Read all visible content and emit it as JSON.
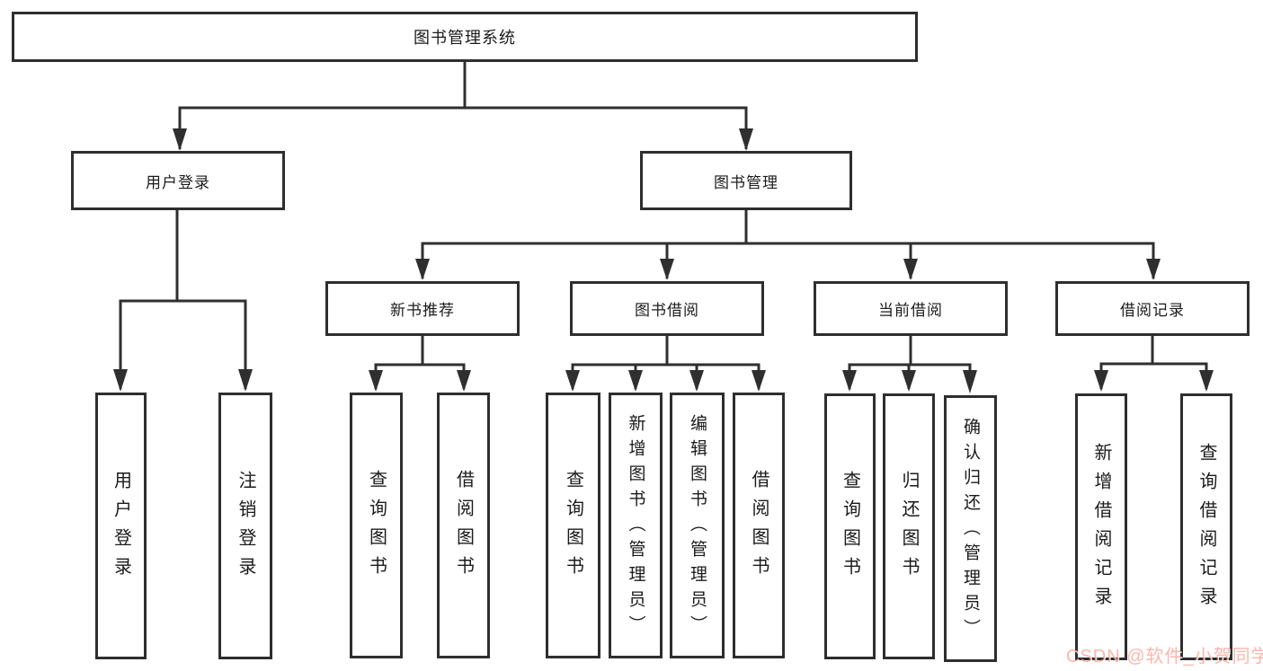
{
  "colors": {
    "line": "#2f2f2f",
    "box_border": "#2e2e2e",
    "text": "#1b1b1b",
    "background": "#ffffff",
    "watermark": "#fa7864"
  },
  "watermark": {
    "text": "CSDN @软件_小贺同学"
  },
  "tree": {
    "label": "图书管理系统",
    "children": [
      {
        "label": "用户登录",
        "children": [
          {
            "label": "用户登录"
          },
          {
            "label": "注销登录"
          }
        ]
      },
      {
        "label": "图书管理",
        "children": [
          {
            "label": "新书推荐",
            "children": [
              {
                "label": "查询图书"
              },
              {
                "label": "借阅图书"
              }
            ]
          },
          {
            "label": "图书借阅",
            "children": [
              {
                "label": "查询图书"
              },
              {
                "label": "新增图书（管理员）"
              },
              {
                "label": "编辑图书（管理员）"
              },
              {
                "label": "借阅图书"
              }
            ]
          },
          {
            "label": "当前借阅",
            "children": [
              {
                "label": "查询图书"
              },
              {
                "label": "归还图书"
              },
              {
                "label": "确认归还（管理员）"
              }
            ]
          },
          {
            "label": "借阅记录",
            "children": [
              {
                "label": "新增借阅记录"
              },
              {
                "label": "查询借阅记录"
              }
            ]
          }
        ]
      }
    ]
  }
}
